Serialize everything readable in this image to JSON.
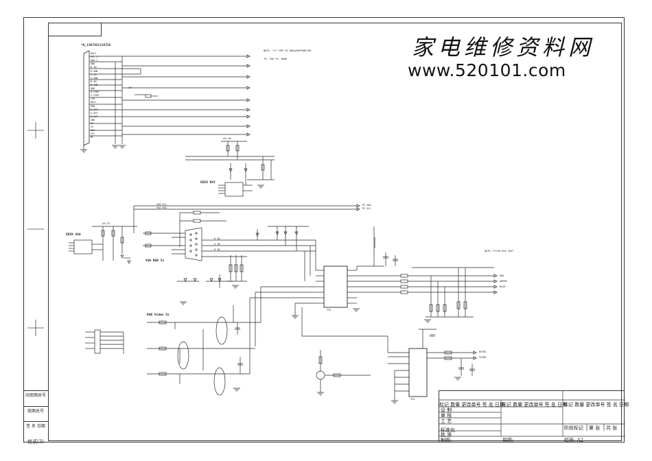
{
  "watermark": {
    "chinese": "家电维修资料网",
    "url": "www.520101.com"
  },
  "connector": {
    "label": "*A_1367421116725",
    "pins": [
      "DDC1",
      "SCL_1",
      "SDA_1",
      "GND",
      "R-IN",
      "R-GND",
      "G-IN",
      "G-GND",
      "B-IN",
      "B-GND",
      "GND",
      "H-SYNC",
      "V-SYNC",
      "+5V",
      "DDC2",
      "GND",
      "R_OUT",
      "G_OUT",
      "B_OUT",
      "GND",
      "HS",
      "VS",
      "SDA",
      "SCL",
      "NC"
    ]
  },
  "notes": {
    "note1": "NOTE: **2 *SMT AT 800x600*MONITOR",
    "note2": "*R, 100 *R, 300W",
    "right_note": "NOTE: 5*470 KVA  JUST"
  },
  "blocks": {
    "ddc_dvi": "EDID DVI",
    "ddc_vga": "EDID VGA",
    "vga_rgb_in": "VGA RGB In",
    "rgb_video_in": "RGB Video In",
    "ic_main": "IC5",
    "ic_switch": "IC6"
  },
  "nets": {
    "vcc5v": "+5V",
    "vcc5v_sw": "+5V_SW",
    "vcc5v_pc": "+5V_PC",
    "pc_sda": "PC_SDA",
    "pc_scl": "PC_SCL",
    "vga_scl": "VGA_SCL",
    "vga_sda": "VGA_SDA",
    "rgb_r": "R_IN",
    "rgb_g": "G_IN",
    "rgb_b": "B_IN",
    "out_r": "RED",
    "out_g": "GREEN",
    "out_b": "BLUE",
    "hsync": "HSYNC",
    "vsync": "VSYNC"
  },
  "left_table": {
    "row1": "旧底图总号",
    "row2": "底图总号",
    "row3": "签  名  日期",
    "format": "格式(3)"
  },
  "title_block": {
    "header": "标记 数量 更改单号 签  名 日期",
    "row_design": "设  制",
    "row_check": "审  核",
    "row_process": "工  艺",
    "row_std": "标准化",
    "row_approve": "批  准",
    "stage_mark": "阶段标记",
    "sheet_no": "第  张",
    "sheets_total": "共  张",
    "drawing_label": "制图:",
    "trace_label": "描图:",
    "size_label": "幅面: A2"
  }
}
